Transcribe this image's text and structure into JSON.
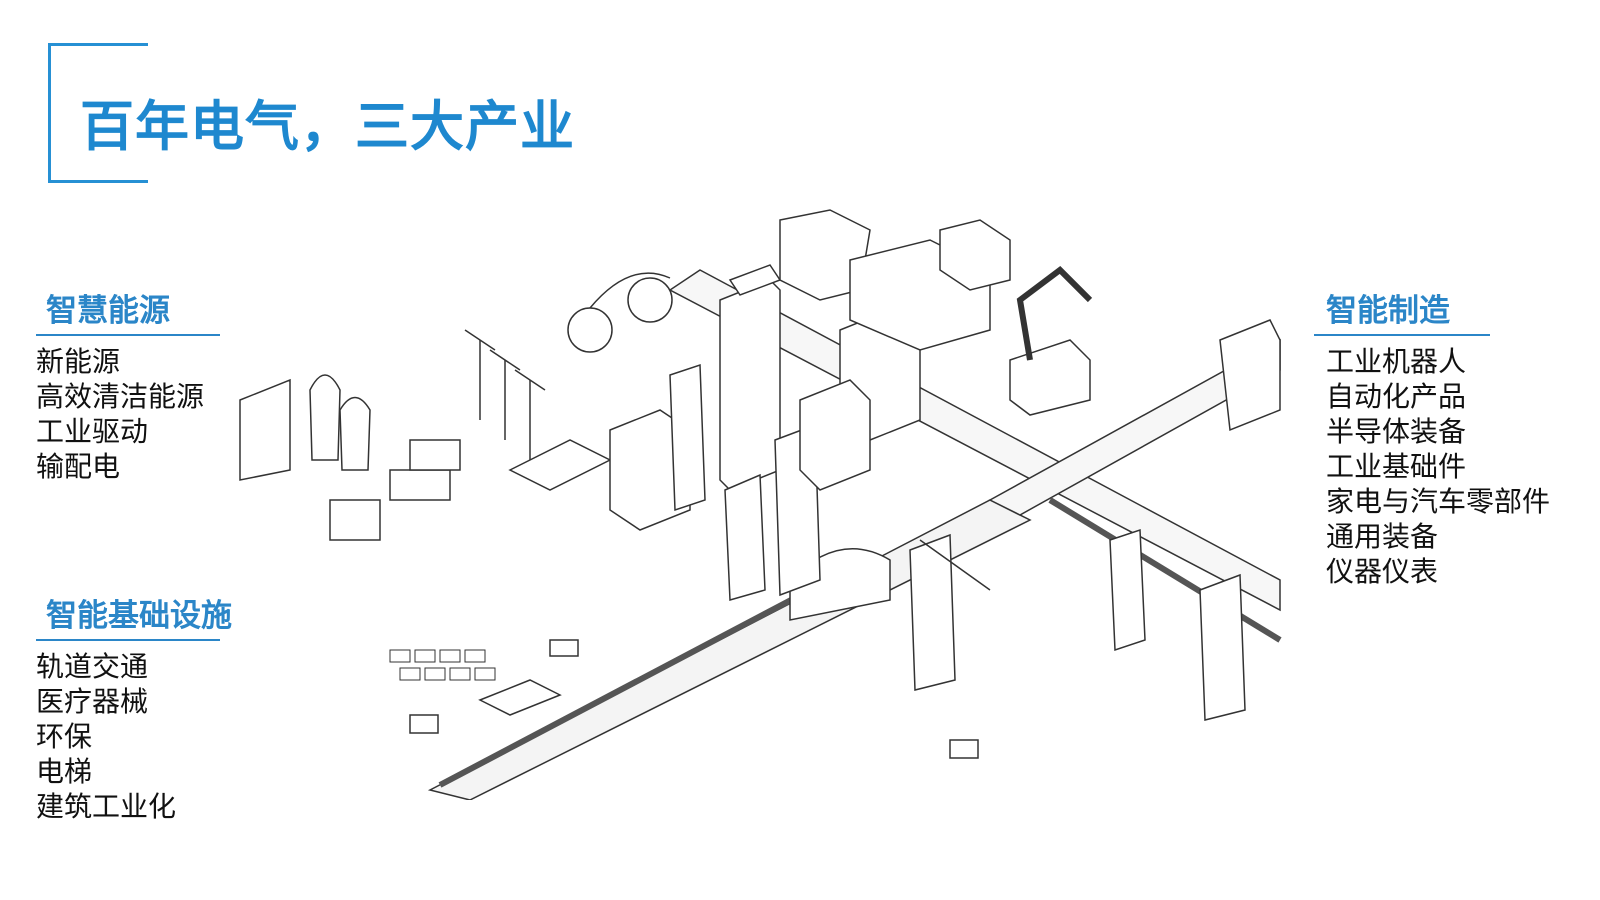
{
  "title": "百年电气，三大产业",
  "accent_color": "#2690d4",
  "sections": {
    "energy": {
      "heading": "智慧能源",
      "items": [
        "新能源",
        "高效清洁能源",
        "工业驱动",
        "输配电"
      ]
    },
    "infrastructure": {
      "heading": "智能基础设施",
      "items": [
        "轨道交通",
        "医疗器械",
        "环保",
        "电梯",
        "建筑工业化"
      ]
    },
    "manufacturing": {
      "heading": "智能制造",
      "items": [
        "工业机器人",
        "自动化产品",
        "半导体装备",
        "工业基础件",
        "家电与汽车零部件",
        "通用装备",
        "仪器仪表"
      ]
    }
  },
  "illustration": {
    "icon": "isometric-city-illustration"
  }
}
